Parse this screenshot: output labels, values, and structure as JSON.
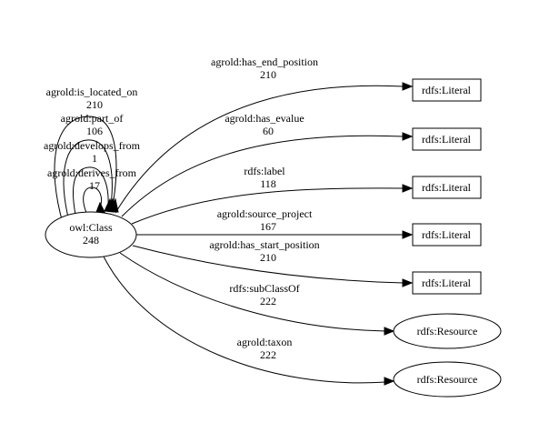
{
  "nodes": {
    "center": {
      "label": "owl:Class",
      "count": "248"
    },
    "targets": [
      {
        "label": "rdfs:Literal",
        "shape": "box"
      },
      {
        "label": "rdfs:Literal",
        "shape": "box"
      },
      {
        "label": "rdfs:Literal",
        "shape": "box"
      },
      {
        "label": "rdfs:Literal",
        "shape": "box"
      },
      {
        "label": "rdfs:Literal",
        "shape": "box"
      },
      {
        "label": "rdfs:Resource",
        "shape": "ellipse"
      },
      {
        "label": "rdfs:Resource",
        "shape": "ellipse"
      }
    ]
  },
  "edges": [
    {
      "label": "agrold:has_end_position",
      "count": "210"
    },
    {
      "label": "agrold:has_evalue",
      "count": "60"
    },
    {
      "label": "rdfs:label",
      "count": "118"
    },
    {
      "label": "agrold:source_project",
      "count": "167"
    },
    {
      "label": "agrold:has_start_position",
      "count": "210"
    },
    {
      "label": "rdfs:subClassOf",
      "count": "222"
    },
    {
      "label": "agrold:taxon",
      "count": "222"
    }
  ],
  "self_loops": [
    {
      "label": "agrold:is_located_on",
      "count": "210"
    },
    {
      "label": "agrold:part_of",
      "count": "106"
    },
    {
      "label": "agrold:develops_from",
      "count": "1"
    },
    {
      "label": "agrold:derives_from",
      "count": "17"
    }
  ]
}
